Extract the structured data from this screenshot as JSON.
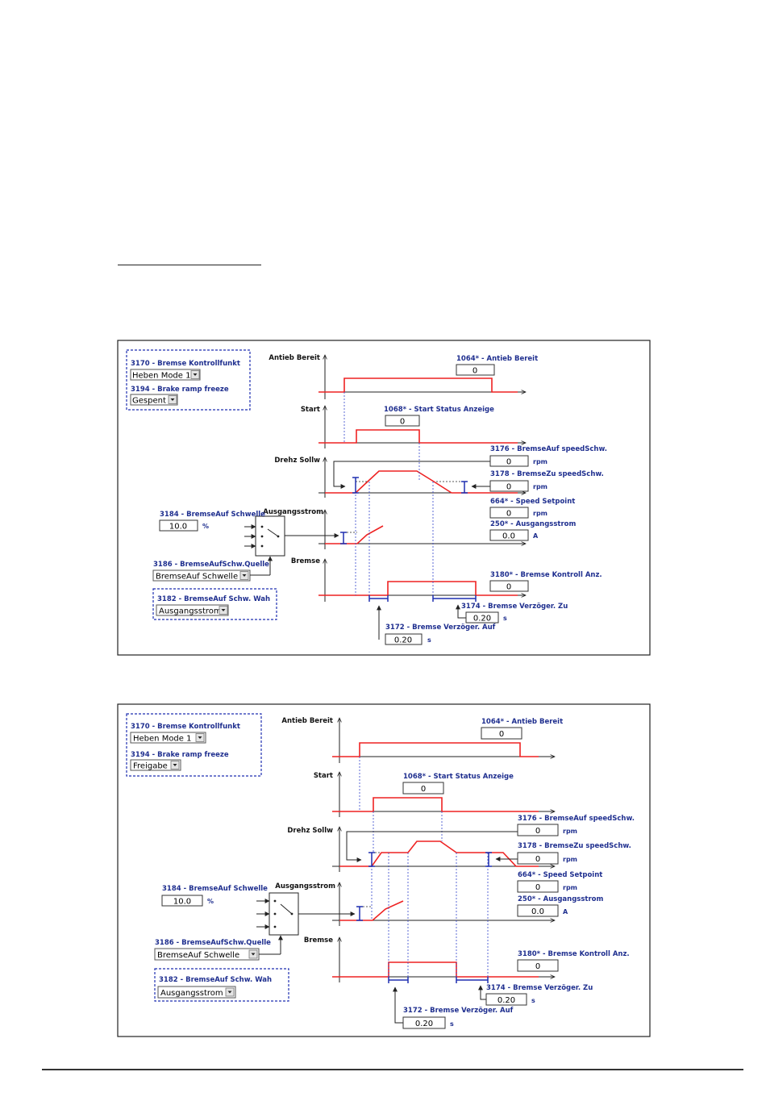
{
  "panels": [
    {
      "config": {
        "brake_ctrl_label": "3170 - Bremse Kontrollfunkt",
        "brake_ctrl_value": "Heben Mode 1",
        "ramp_freeze_label": "3194 - Brake ramp freeze",
        "ramp_freeze_value": "Gespent"
      },
      "signals": {
        "drive_ready": "Antieb Bereit",
        "start": "Start",
        "speed_ref": "Drehz Sollw",
        "output_current": "Ausgangsstrom",
        "brake": "Bremse"
      },
      "params": {
        "p1064_label": "1064* - Antieb Bereit",
        "p1064_value": "0",
        "p1068_label": "1068* - Start Status Anzeige",
        "p1068_value": "0",
        "p3176_label": "3176 - BremseAuf speedSchw.",
        "p3176_value": "0",
        "p3176_unit": "rpm",
        "p3178_label": "3178 - BremseZu speedSchw.",
        "p3178_value": "0",
        "p3178_unit": "rpm",
        "p664_label": "664* - Speed Setpoint",
        "p664_value": "0",
        "p664_unit": "rpm",
        "p250_label": "250* - Ausgangsstrom",
        "p250_value": "0.0",
        "p250_unit": "A",
        "p3180_label": "3180* - Bremse Kontroll Anz.",
        "p3180_value": "0",
        "p3174_label": "3174 - Bremse Verzöger. Zu",
        "p3174_value": "0.20",
        "p3174_unit": "s",
        "p3172_label": "3172 - Bremse Verzöger. Auf",
        "p3172_value": "0.20",
        "p3172_unit": "s"
      },
      "threshold": {
        "p3184_label": "3184 - BremseAuf Schwelle",
        "p3184_value": "10.0",
        "p3184_unit": "%",
        "p3186_label": "3186 - BremseAufSchw.Quelle",
        "p3186_value": "BremseAuf Schwelle",
        "p3182_label": "3182 - BremseAuf Schw. Wah",
        "p3182_value": "Ausgangsstrom"
      }
    },
    {
      "config": {
        "brake_ctrl_label": "3170 - Bremse Kontrollfunkt",
        "brake_ctrl_value": "Heben Mode 1",
        "ramp_freeze_label": "3194 - Brake ramp freeze",
        "ramp_freeze_value": "Freigabe"
      },
      "signals": {
        "drive_ready": "Antieb Bereit",
        "start": "Start",
        "speed_ref": "Drehz Sollw",
        "output_current": "Ausgangsstrom",
        "brake": "Bremse"
      },
      "params": {
        "p1064_label": "1064* - Antieb Bereit",
        "p1064_value": "0",
        "p1068_label": "1068* - Start Status Anzeige",
        "p1068_value": "0",
        "p3176_label": "3176 - BremseAuf speedSchw.",
        "p3176_value": "0",
        "p3176_unit": "rpm",
        "p3178_label": "3178 - BremseZu speedSchw.",
        "p3178_value": "0",
        "p3178_unit": "rpm",
        "p664_label": "664* - Speed Setpoint",
        "p664_value": "0",
        "p664_unit": "rpm",
        "p250_label": "250* - Ausgangsstrom",
        "p250_value": "0.0",
        "p250_unit": "A",
        "p3180_label": "3180* - Bremse Kontroll Anz.",
        "p3180_value": "0",
        "p3174_label": "3174 - Bremse Verzöger. Zu",
        "p3174_value": "0.20",
        "p3174_unit": "s",
        "p3172_label": "3172 - Bremse Verzöger. Auf",
        "p3172_value": "0.20",
        "p3172_unit": "s"
      },
      "threshold": {
        "p3184_label": "3184 - BremseAuf Schwelle",
        "p3184_value": "10.0",
        "p3184_unit": "%",
        "p3186_label": "3186 - BremseAufSchw.Quelle",
        "p3186_value": "BremseAuf Schwelle",
        "p3182_label": "3182 - BremseAuf Schw. Wah",
        "p3182_value": "Ausgangsstrom"
      }
    }
  ],
  "colors": {
    "signal": "#ee2222",
    "marker": "#1f2fb0",
    "label": "#1f2f8f",
    "frame": "#222222"
  }
}
